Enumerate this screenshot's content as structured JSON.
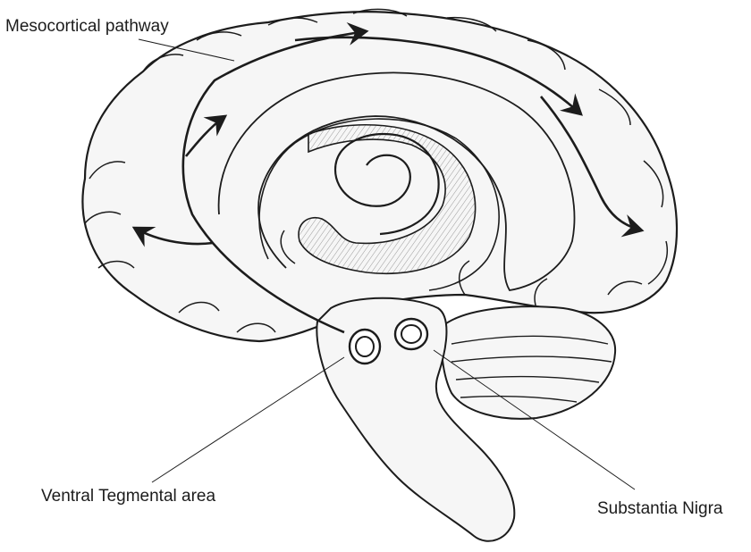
{
  "labels": {
    "mesocortical_pathway": "Mesocortical pathway",
    "ventral_tegmental_area": "Ventral Tegmental area",
    "substantia_nigra": "Substantia Nigra"
  },
  "colors": {
    "ink": "#1c1c1c",
    "fill": "#f2f2f2",
    "hatch": "#c9c9c9",
    "background": "#ffffff"
  }
}
